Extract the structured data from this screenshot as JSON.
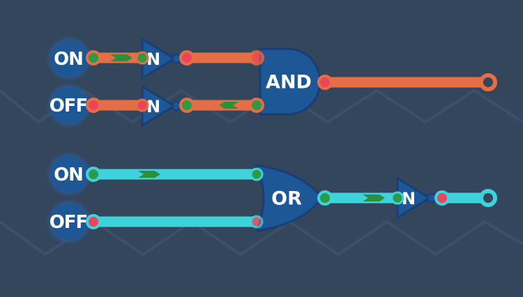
{
  "colors": {
    "background": "#34465c",
    "zigzag": "#3c5168",
    "wire_and_branch": "#e66e44",
    "wire_or_branch": "#3ed3dc",
    "gate_fill": "#1e5795",
    "gate_stroke": "#173f75",
    "node_on": "#2f9a46",
    "node_off": "#e8475b",
    "signal_arrow": "#2b8f3c"
  },
  "top_circuit": {
    "input_1": {
      "label": "ON",
      "state": "on"
    },
    "input_2": {
      "label": "OFF",
      "state": "off"
    },
    "not_1": {
      "label": "N"
    },
    "not_2": {
      "label": "N"
    },
    "gate": {
      "label": "AND",
      "output_state": "off"
    },
    "output": {
      "icon": "output-ring-icon"
    }
  },
  "bottom_circuit": {
    "input_1": {
      "label": "ON",
      "state": "on"
    },
    "input_2": {
      "label": "OFF",
      "state": "off"
    },
    "gate": {
      "label": "OR",
      "output_state": "on"
    },
    "not": {
      "label": "N"
    },
    "output": {
      "icon": "output-ring-icon"
    }
  }
}
